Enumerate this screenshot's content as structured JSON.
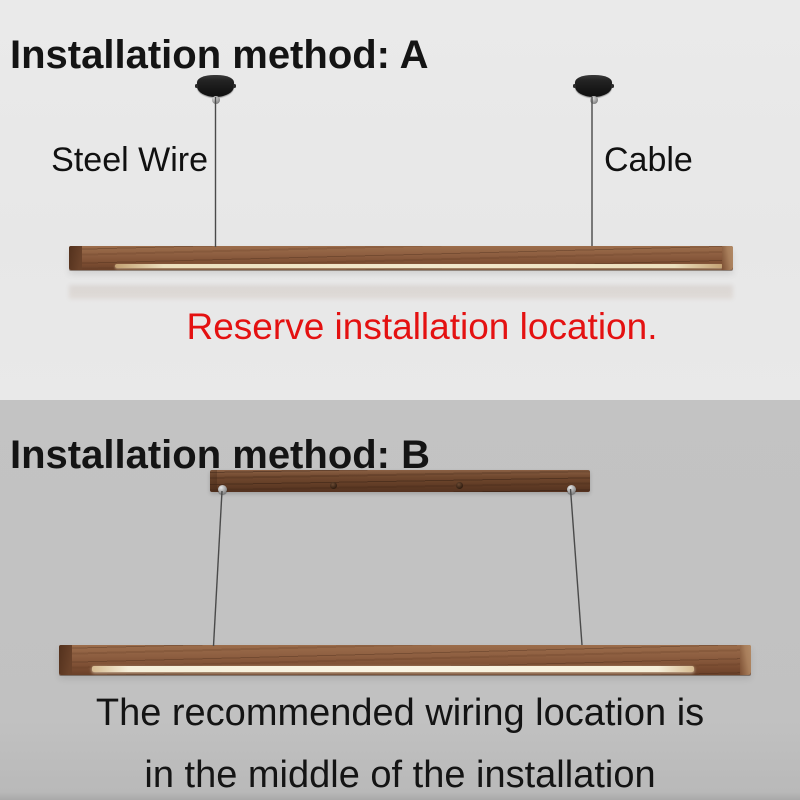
{
  "colors": {
    "background_top": "#e7e7e7",
    "background_bottom": "#c1c1c1",
    "caption_red": "#e41111",
    "wood_light_bar": "#8d5e40",
    "wood_mount_bar": "#5e3a24",
    "led_strip": "#f2e8cc",
    "canopy_black": "#161616",
    "wire_gray": "#4a4a4a"
  },
  "method_a": {
    "title": "Installation method: A",
    "steel_wire_label": "Steel Wire",
    "cable_label": "Cable",
    "caption": "Reserve installation location."
  },
  "method_b": {
    "title": "Installation method: B",
    "caption_line_1": "The recommended wiring location is",
    "caption_line_2": "in the middle of the installation"
  }
}
